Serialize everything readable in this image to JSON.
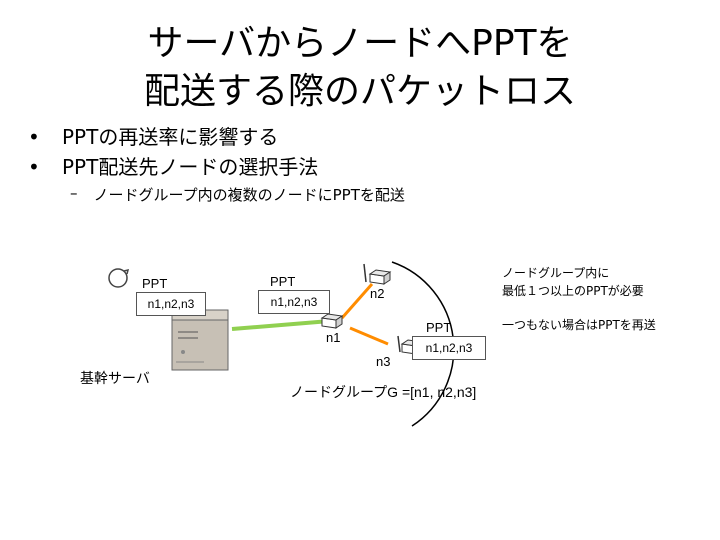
{
  "title": {
    "line1": "サーバからノードへPPTを",
    "line2": "配送する際のパケットロス"
  },
  "bullets": [
    {
      "marker": "•",
      "text": "PPTの再送率に影響する"
    },
    {
      "marker": "•",
      "text": "PPT配送先ノードの選択手法"
    }
  ],
  "sub_bullet": {
    "marker": "–",
    "text": "ノードグループ内の複数のノードにPPTを配送"
  },
  "diagram": {
    "server": {
      "ppt_label": "PPT",
      "nodes_box": "n1,n2,n3",
      "caption": "基幹サーバ"
    },
    "packet": {
      "ppt_label": "PPT",
      "nodes_box": "n1,n2,n3"
    },
    "nodes": {
      "n1": "n1",
      "n2": "n2",
      "n3": "n3"
    },
    "n3_packet": {
      "ppt_label": "PPT",
      "nodes_box": "n1,n2,n3"
    },
    "group_caption": "ノードグループG =[n1, n2,n3]",
    "note1_line1": "ノードグループ内に",
    "note1_line2": "最低１つ以上のPPTが必要",
    "note2": "一つもない場合はPPTを再送",
    "colors": {
      "link": "#90d050",
      "lost": "#ff8c00"
    }
  }
}
